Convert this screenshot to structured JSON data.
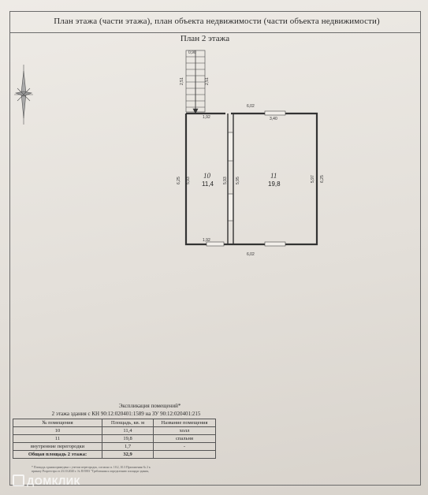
{
  "header": {
    "title": "План этажа (части этажа), план объекта недвижимости (части объекта недвижимости)",
    "floor_title": "План 2 этажа"
  },
  "plan": {
    "stair_width": "0,90",
    "stair_len_a": "2,51",
    "stair_len_b": "2,51",
    "top_wall": "6,02",
    "window_top": "3,40",
    "room10_top": "1,92",
    "room10_bottom": "1,92",
    "bottom_wall": "6,02",
    "left_outer": "6,25",
    "right_outer": "6,25",
    "room10_height": "5,93",
    "partition_a": "5,93",
    "partition_b": "5,95",
    "room11_right": "5,97",
    "room10_num": "10",
    "room10_area": "11,4",
    "room11_num": "11",
    "room11_area": "19,8"
  },
  "explication": {
    "title": "Экспликация помещений*",
    "subtitle": "2 этажа здания с КН 90:12:020401:1589 на ЗУ 90:12:020401:215",
    "headers": [
      "№ помещения",
      "Площадь, кв. м",
      "Название помещения"
    ],
    "rows": [
      [
        "10",
        "11,4",
        "холл"
      ],
      [
        "11",
        "19,8",
        "спальня"
      ],
      [
        "внутренние перегородки",
        "1,7",
        "-"
      ]
    ],
    "total_label": "Общая площадь 2 этажа:",
    "total_value": "32,9"
  },
  "notes": {
    "line1": "* Площадь здания приведена с учетом перегородок, согласно п. 10.2, 10.3 Приложения № 2 к",
    "line2": "приказу Росреестра от 23.10.2020 г. № П/0393 \"Требования к определению площади здания,"
  },
  "watermark": {
    "text": "ДОМКЛИК"
  }
}
